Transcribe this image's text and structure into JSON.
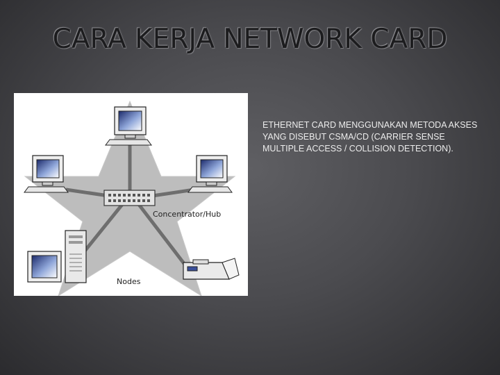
{
  "slide": {
    "title": "CARA KERJA NETWORK CARD",
    "body": "ETHERNET CARD MENGGUNAKAN METODA AKSES YANG DISEBUT CSMA/CD (CARRIER SENSE MULTIPLE ACCESS / COLLISION DETECTION).",
    "background_color": "#4b4b4f"
  },
  "diagram": {
    "hub_label": "Concentrator/Hub",
    "nodes_label": "Nodes",
    "star_color": "#bdbdbd"
  }
}
